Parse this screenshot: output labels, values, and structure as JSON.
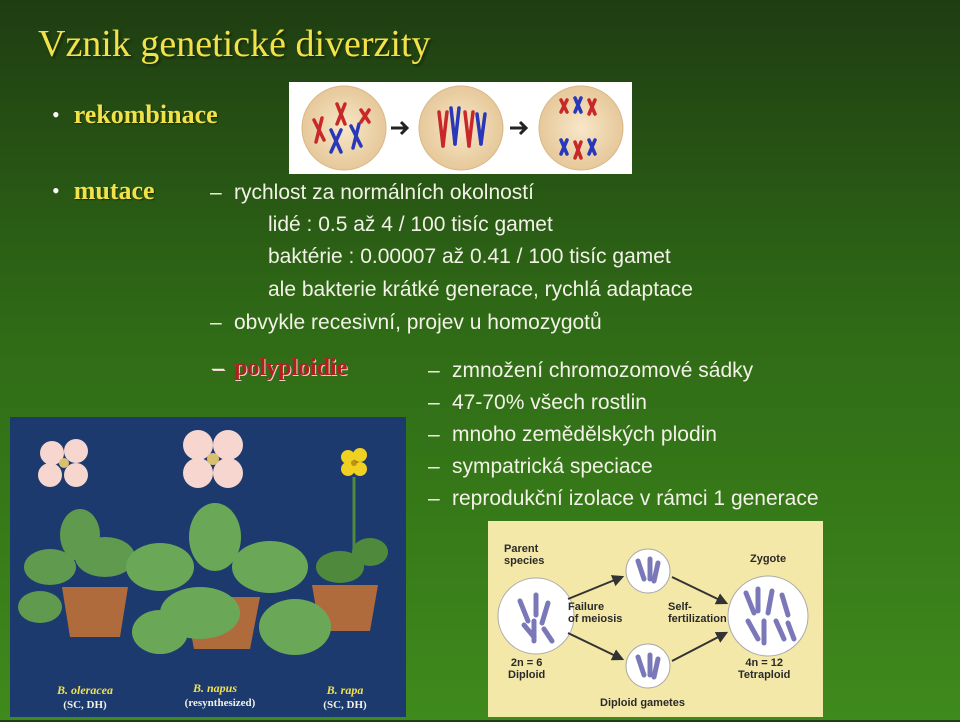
{
  "title": "Vznik genetické diverzity",
  "bullets": {
    "rekombinace": "rekombinace",
    "mutace": "mutace"
  },
  "mutace_lines": [
    "rychlost za normálních okolností",
    "lidé : 0.5 až 4 / 100 tisíc gamet",
    "baktérie : 0.00007 až 0.41 / 100 tisíc gamet",
    "ale bakterie krátké generace, rychlá adaptace",
    "obvykle recesivní, projev u homozygotů"
  ],
  "polyploidie": {
    "label": "polyploidie",
    "items": [
      "zmnožení chromozomové sádky",
      "47-70% všech rostlin",
      "mnoho zemědělských plodin",
      "sympatrická speciace",
      "reprodukční izolace v rámci 1 generace"
    ]
  },
  "plants": [
    {
      "name": "B. oleracea",
      "sub": "(SC, DH)"
    },
    {
      "name": "B. napus",
      "sub": "(resynthesized)"
    },
    {
      "name": "B. rapa",
      "sub": "(SC, DH)"
    }
  ],
  "diagram": {
    "parent_species": "Parent\nspecies",
    "failure": "Failure\nof meiosis",
    "self_fert": "Self-\nfertilization",
    "zygote": "Zygote",
    "diploid": "2n = 6\nDiploid",
    "tetraploid": "4n = 12\nTetraploid",
    "gametes": "Diploid gametes"
  },
  "colors": {
    "title": "#f2e24a",
    "text": "#f2f2e6",
    "polyploidie": "#b02020"
  }
}
